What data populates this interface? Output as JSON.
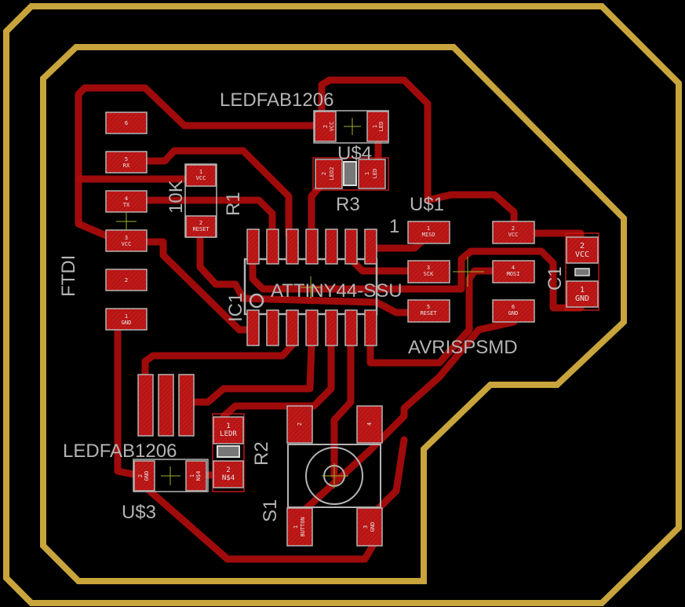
{
  "colors": {
    "background": "#000000",
    "board_outline": "#c8a43c",
    "copper": "#a80c0c",
    "silkscreen": "#b4b4b4"
  },
  "labels": {
    "led_top_value": "LEDFAB1206",
    "led_top_name": "U$4",
    "r3_name": "R3",
    "r1_value": "10K",
    "r1_name": "R1",
    "isp_name": "U$1",
    "pin1_marker": "1",
    "ic_value": "ATTINY44-SSU",
    "ic_name": "IC1",
    "c1_name": "C1",
    "isp_value": "AVRISPSMD",
    "ftdi_name": "FTDI",
    "led_bottom_value": "LEDFAB1206",
    "led_bottom_name": "U$3",
    "r2_name": "R2",
    "s1_name": "S1"
  },
  "ftdi": [
    {
      "num": "6",
      "name": ""
    },
    {
      "num": "5",
      "name": "RX"
    },
    {
      "num": "4",
      "name": "TX"
    },
    {
      "num": "3",
      "name": "VCC"
    },
    {
      "num": "2",
      "name": ""
    },
    {
      "num": "1",
      "name": "GND"
    }
  ],
  "r1": [
    {
      "num": "1",
      "name": "VCC"
    },
    {
      "num": "2",
      "name": "RESET"
    }
  ],
  "u4": [
    {
      "num": "2",
      "name": "VCC"
    },
    {
      "num": "1",
      "name": "LED"
    }
  ],
  "r3": [
    {
      "num": "2",
      "name": "LED2"
    },
    {
      "num": "1",
      "name": "LED"
    }
  ],
  "isp": [
    {
      "num": "1",
      "name": "MISO"
    },
    {
      "num": "3",
      "name": "SCK"
    },
    {
      "num": "5",
      "name": "RESET"
    },
    {
      "num": "2",
      "name": "VCC"
    },
    {
      "num": "4",
      "name": "MOSI"
    },
    {
      "num": "6",
      "name": "GND"
    }
  ],
  "c1": [
    {
      "num": "2",
      "name": "VCC"
    },
    {
      "num": "1",
      "name": "GND"
    }
  ],
  "u3": [
    {
      "num": "2",
      "name": "GND"
    },
    {
      "num": "1",
      "name": "N$4"
    }
  ],
  "r2": [
    {
      "num": "1",
      "name": "LEDR"
    },
    {
      "num": "2",
      "name": "N$4"
    }
  ],
  "s1": [
    {
      "num": "2",
      "name": ""
    },
    {
      "num": "4",
      "name": ""
    },
    {
      "num": "1",
      "name": "BUTTON"
    },
    {
      "num": "3",
      "name": "GND"
    }
  ]
}
